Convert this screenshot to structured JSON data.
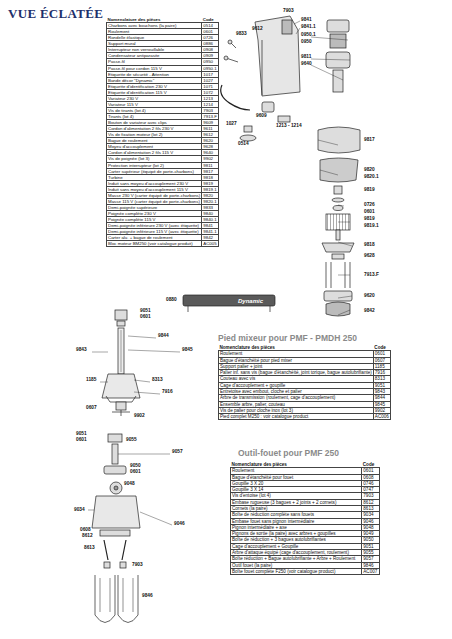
{
  "diagram": {
    "title": "VUE ÉCLATÉE",
    "labels": [
      "Nomenclature des pièces",
      "Code",
      "Charbons avec bouchons (la paire)",
      "0514",
      "Roulement",
      "0601",
      "Rondelle élastique",
      "0726",
      "Support mural",
      "0886",
      "Interrupteur non verrouillable",
      "0908",
      "Condensateur antiparasite",
      "0909",
      "Passe-fil",
      "0950",
      "Passe-fil pour cordon 115 V",
      "0950.1",
      "Etiquette de sécurité - Attention",
      "1017",
      "Bande décor \"Dynamic\"",
      "1027",
      "Etiquette d'identification 230 V",
      "1071",
      "Etiquette d'identification 115 V",
      "1072",
      "Variateur 230 V",
      "1213",
      "Variateur 115 V",
      "1214",
      "Vis de tirants (lot 4)",
      "7903",
      "Tirants (lot 4)",
      "7913.F",
      "Bouton de variateur avec clips",
      "9609",
      "Cordon d'alimentation 2 fils 230 V",
      "9611",
      "Vis de fixation moteur (lot 2)",
      "9612",
      "Bague de roulement",
      "9620",
      "Moyeu d'accouplement",
      "9628",
      "Cordon d'alimentation 2 fils 115 V",
      "9640",
      "Vis de poignée (lot 3)",
      "9902",
      "Protection interrupteur (lot 2)",
      "9811",
      "Carter supérieur (équipé de porte-charbons)",
      "9817",
      "Turbine",
      "9818",
      "Induit sans moyeu d'accouplement 230 V",
      "9819",
      "Induit sans moyeu d'accouplement 115 V",
      "9819.1",
      "Masse 230 V (carter équipé de porte-charbons)",
      "9820",
      "Masse 115 V (carter équipé de porte-charbons)",
      "9820.1",
      "Demi-poignée supérieure",
      "9833",
      "Poignée complète 230 V",
      "9840",
      "Poignée complète 115 V",
      "9840.1",
      "Demi-poignée inférieure 230 V (avec étiquette)",
      "9841",
      "Demi-poignée inférieure 115 V (avec étiquette)",
      "9841.1",
      "Carter alu. + bague de roulement",
      "9842",
      "Bloc moteur BM250 (voir catalogue produit)",
      "AC005",
      "Pied mixeur pour PMF - PMDH 250",
      "Nomenclature des pièces",
      "Code",
      "Roulement",
      "0601",
      "Bague d'étanchéité pour pied mixer",
      "0607",
      "Support palier + joint",
      "1185",
      "Palier inf. sans vis (bague d'étanchéité, joint torique, bague autolubrifiante)",
      "7916",
      "Couteau avec vis",
      "8313",
      "Cage d'accouplement + goupille",
      "9051",
      "Entretoise avec embout, cloche et palier",
      "9843",
      "Arbre de transmission (roulement, cage d'accouplement)",
      "9844",
      "Ensemble arbre, palier, couteau",
      "9845",
      "Vis de palier pour cloche inox (lot 3)",
      "9902",
      "Pied complet M250 : voir catalogue product",
      "AC006",
      "Outil-fouet pour PMF 250",
      "Nomenclature des pièces",
      "Code",
      "Roulement",
      "0601",
      "Bague d'étanchéité pour fouet",
      "0608",
      "Goupille 3 X 20",
      "0746",
      "Goupille 3 X 14",
      "0747",
      "Vis d'entoise (lot 4)",
      "7903",
      "Embase rugueuse (3 bagues + 2 joints + 2 cornets)",
      "8612",
      "Cornets (la paire)",
      "8613",
      "Boîte de réduction complète sans fouets",
      "9034",
      "Embase fouet sans pignon intermédiaire",
      "9046",
      "Pignon intermédiaire + axe",
      "9048",
      "Pignons de sortie (la paire) avec arbres + goupilles",
      "9049",
      "Boîte de réduction + 3 bagues autolubrifiantes",
      "9050",
      "Cage d'accouplement + Goupille",
      "9051",
      "Arbre d'attaque équipé (cage d'accouplement, roulement)",
      "9055",
      "Boîte réduction + Bague autolubrifiante + Arbre + Roulement",
      "9057",
      "Outil fouet (la paire)",
      "9846",
      "Boîte fouet complète F250 (voir catalogue product)",
      "AC007",
      "Dynamic",
      "7903",
      "9841",
      "9841.1",
      "0950.1",
      "0950",
      "9811",
      "9640",
      "9833",
      "9612",
      "9609",
      "1213 - 1214",
      "1027",
      "0514",
      "9817",
      "9820",
      "9820.1",
      "9819",
      "0726",
      "0601",
      "9819",
      "9819.1",
      "9818",
      "9628",
      "7913.F",
      "9620",
      "9842",
      "0880",
      "9051",
      "0601",
      "9844",
      "9845",
      "9843",
      "1185",
      "8313",
      "7916",
      "0607",
      "9902",
      "9051",
      "0601",
      "9055",
      "9057",
      "9050",
      "0601",
      "9048",
      "9034",
      "9046",
      "0608",
      "8612",
      "8613",
      "7903",
      "9846"
    ]
  }
}
